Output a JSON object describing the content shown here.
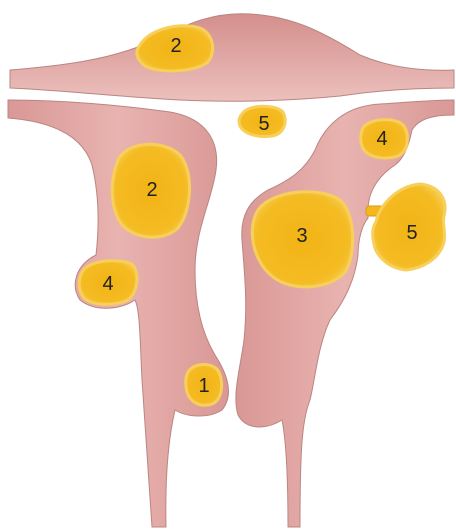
{
  "colors": {
    "tissue_fill": "#e3a9a7",
    "tissue_light": "#f0c8c4",
    "tissue_stroke": "#b98682",
    "fibroid_fill": "#f4b81c",
    "fibroid_stroke": "#d99a12",
    "fibroid_halo": "#f7cf5a",
    "label": "#222222"
  },
  "fibroids": [
    {
      "id": "top",
      "label": "2"
    },
    {
      "id": "mid",
      "label": "5"
    },
    {
      "id": "left-large",
      "label": "2"
    },
    {
      "id": "left-bulge",
      "label": "4"
    },
    {
      "id": "left-lower",
      "label": "1"
    },
    {
      "id": "right-center",
      "label": "3"
    },
    {
      "id": "right-top",
      "label": "4"
    },
    {
      "id": "right-stalk",
      "label": "5"
    }
  ]
}
